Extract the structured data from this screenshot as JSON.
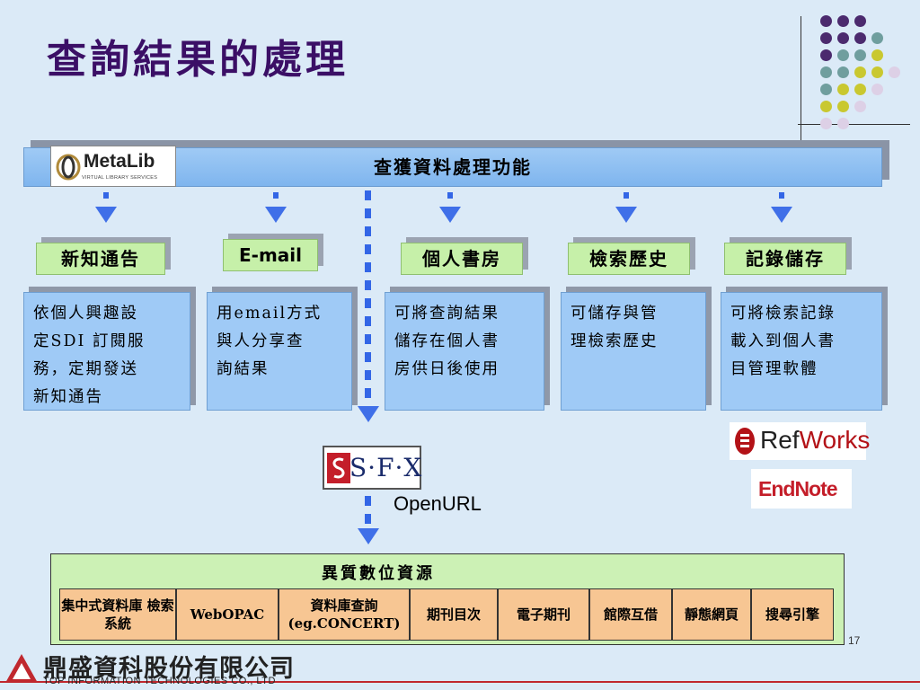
{
  "title": "查詢結果的處理",
  "header": {
    "metalib_name": "MetaLib",
    "metalib_tagline": "VIRTUAL LIBRARY SERVICES",
    "label": "查獲資料處理功能"
  },
  "functions": [
    {
      "label": "新知通告",
      "desc_lines": [
        "依個人興趣設",
        "定SDI 訂閱服",
        "務，定期發送",
        "新知通告"
      ]
    },
    {
      "label": "E-mail",
      "desc_lines": [
        "用email方式",
        "與人分享查",
        "詢結果"
      ]
    },
    {
      "label": "個人書房",
      "desc_lines": [
        "可將查詢結果",
        "儲存在個人書",
        "房供日後使用"
      ]
    },
    {
      "label": "檢索歷史",
      "desc_lines": [
        "可儲存與管",
        "理檢索歷史"
      ]
    },
    {
      "label": "記錄儲存",
      "desc_lines": [
        "可將檢索記錄",
        "載入到個人書",
        "目管理軟體"
      ]
    }
  ],
  "sfx_logo": "S·F·X",
  "openurl": "OpenURL",
  "tools": {
    "refworks_ref": "Ref",
    "refworks_works": "Works",
    "endnote": "EndNote"
  },
  "sources": {
    "title": "異質數位資源",
    "items": [
      "集中式資料庫 檢索系統",
      "WebOPAC",
      "資料庫查詢 (eg.CONCERT)",
      "期刊目次",
      "電子期刊",
      "館際互借",
      "靜態網頁",
      "搜尋引擎"
    ]
  },
  "page_number": "17",
  "company": {
    "name_cn": "鼎盛資科股份有限公司",
    "name_en": "TOP INFORMATION TECHNOLOGIES CO., LTD"
  },
  "colors": {
    "title": "#3b0f66",
    "arrow": "#3f6fe8",
    "label_bg": "#c6f0a9",
    "desc_bg": "#9fcaf6",
    "source_cell": "#f7c693"
  }
}
